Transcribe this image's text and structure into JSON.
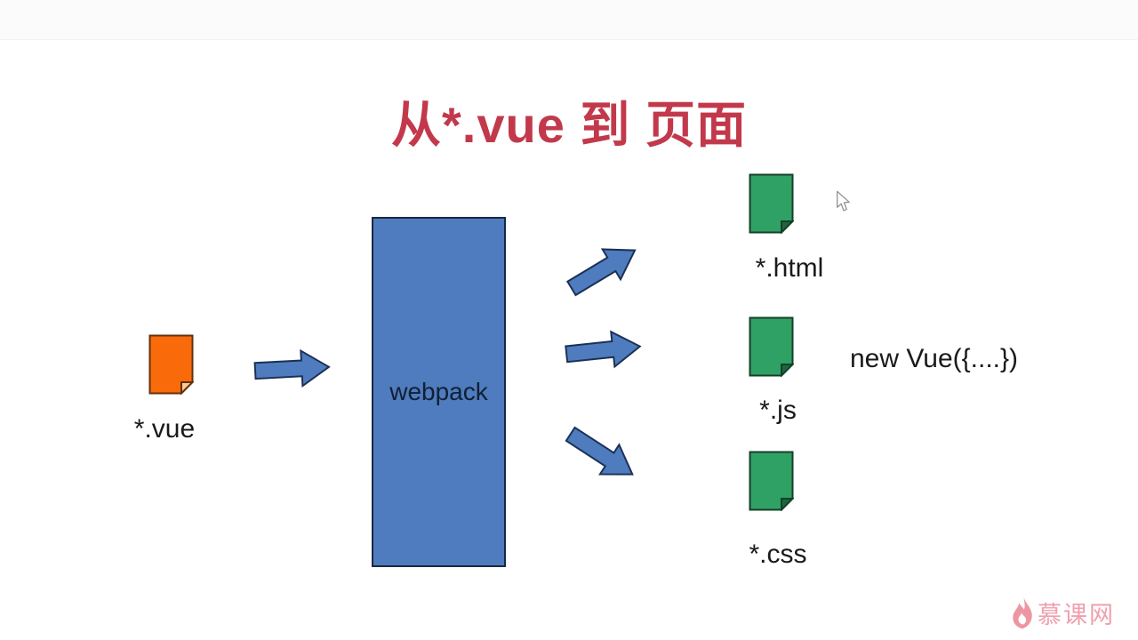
{
  "slide": {
    "title": "从*.vue 到 页面",
    "title_color": "#C2394B",
    "background": "#ffffff"
  },
  "source": {
    "label": "*.vue",
    "doc_fill": "#F96A0B",
    "doc_fold": "#FCC89B",
    "doc_stroke": "#64300A"
  },
  "processor": {
    "label": "webpack",
    "box_fill": "#4E7CBE",
    "box_stroke": "#1B2940",
    "label_color": "#121F35"
  },
  "arrows": {
    "fill": "#4E7CBE",
    "stroke": "#1B3055",
    "count": 4
  },
  "outputs": {
    "doc_fill": "#2FA164",
    "doc_fold": "#1E6640",
    "doc_stroke": "#14402A",
    "items": [
      {
        "label": "*.html"
      },
      {
        "label": "*.js"
      },
      {
        "label": "*.css"
      }
    ],
    "note": "new Vue({....})"
  },
  "watermark": {
    "text": "慕课网",
    "color": "#EFA0AD",
    "icon": "flame-icon"
  }
}
